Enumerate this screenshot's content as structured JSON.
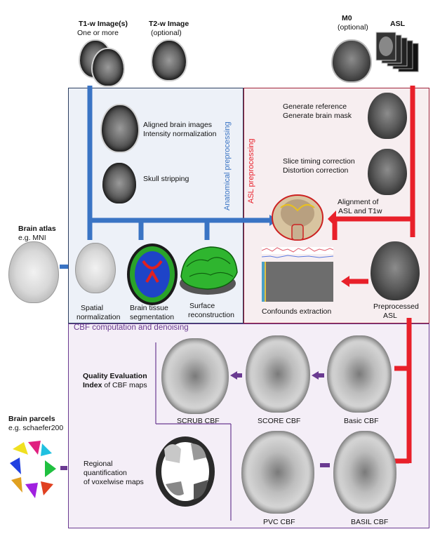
{
  "inputs": {
    "t1_title": "T1-w Image(s)",
    "t1_sub": "One or more",
    "t2_title": "T2-w Image",
    "t2_sub": "(optional)",
    "m0_title": "M0",
    "m0_sub": "(optional)",
    "asl_title": "ASL"
  },
  "anatomical": {
    "panel_title": "Anatomical preprocessing",
    "step1_line1": "Aligned brain images",
    "step1_line2": "Intensity normalization",
    "step2": "Skull stripping",
    "out1_line1": "Spatial",
    "out1_line2": "normalization",
    "out2_line1": "Brain tissue",
    "out2_line2": "segmentation",
    "out3_line1": "Surface",
    "out3_line2": "reconstruction"
  },
  "asl": {
    "panel_title": "ASL preprocessing",
    "step1_line1": "Generate reference",
    "step1_line2": "Generate brain mask",
    "step2_line1": "Slice timing correction",
    "step2_line2": "Distortion correction",
    "step3_line1": "Alignment  of",
    "step3_line2": "ASL and T1w",
    "confounds": "Confounds extraction",
    "preproc_line1": "Preprocessed",
    "preproc_line2": "ASL"
  },
  "atlas": {
    "title": "Brain atlas",
    "sub": "e.g. MNI"
  },
  "parcels": {
    "title": "Brain parcels",
    "sub": "e.g. schaefer200"
  },
  "cbf": {
    "panel_title": "CBF computation and denoising",
    "qei_bold": "Quality Evaluation",
    "qei_line2_bold": "Index",
    "qei_line2_rest": " of CBF maps",
    "regional_line1": "Regional",
    "regional_line2": "quantification",
    "regional_line3": "of voxelwise maps",
    "scrub": "SCRUB CBF",
    "score": "SCORE CBF",
    "basic": "Basic CBF",
    "pvc": "PVC CBF",
    "basil": "BASIL CBF"
  },
  "colors": {
    "anat_blue": "#3a74c4",
    "asl_red": "#e8202a",
    "cbf_purple": "#6a3a91",
    "anat_fill": "#edf1f8",
    "asl_fill": "#f7eef0",
    "cbf_fill": "#f4eef7"
  }
}
